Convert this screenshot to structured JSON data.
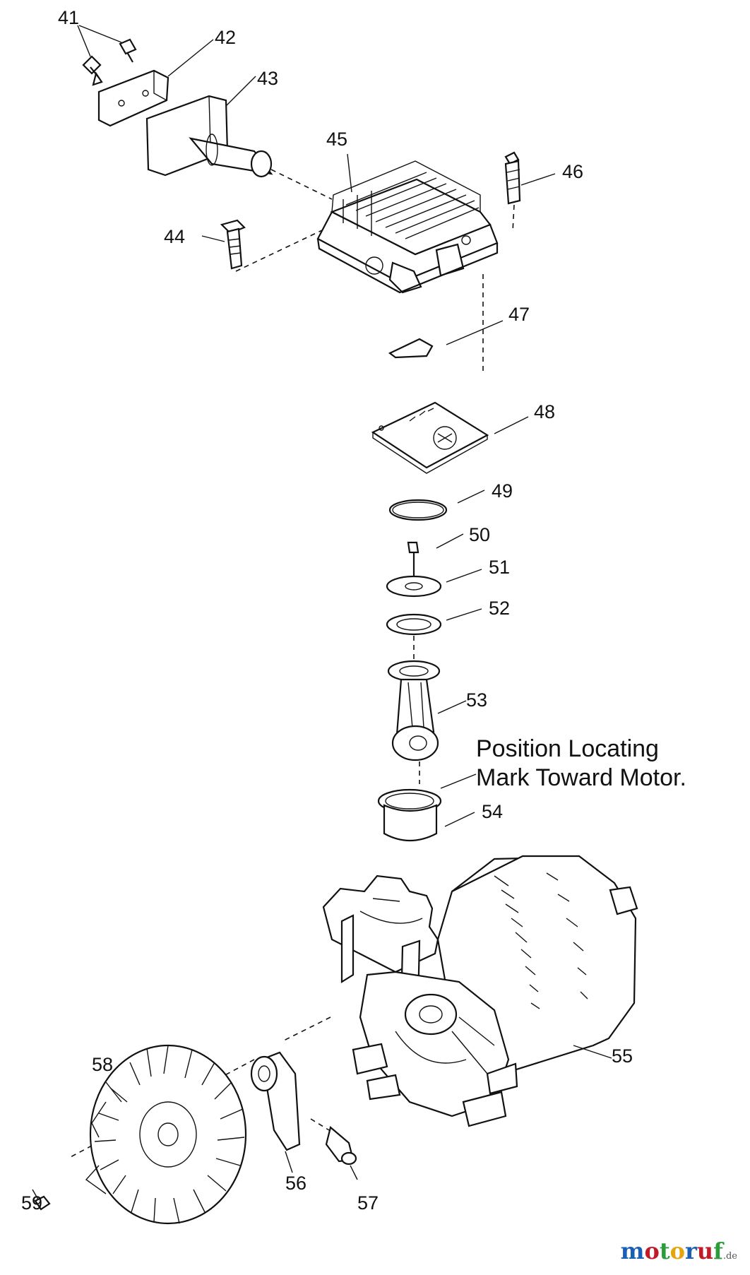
{
  "parts": [
    {
      "id": "41",
      "label": "41"
    },
    {
      "id": "42",
      "label": "42"
    },
    {
      "id": "43",
      "label": "43"
    },
    {
      "id": "44",
      "label": "44"
    },
    {
      "id": "45",
      "label": "45"
    },
    {
      "id": "46",
      "label": "46"
    },
    {
      "id": "47",
      "label": "47"
    },
    {
      "id": "48",
      "label": "48"
    },
    {
      "id": "49",
      "label": "49"
    },
    {
      "id": "50",
      "label": "50"
    },
    {
      "id": "51",
      "label": "51"
    },
    {
      "id": "52",
      "label": "52"
    },
    {
      "id": "53",
      "label": "53"
    },
    {
      "id": "54",
      "label": "54"
    },
    {
      "id": "55",
      "label": "55"
    },
    {
      "id": "56",
      "label": "56"
    },
    {
      "id": "57",
      "label": "57"
    },
    {
      "id": "58",
      "label": "58"
    },
    {
      "id": "59",
      "label": "59"
    }
  ],
  "note": {
    "line1": "Position Locating",
    "line2": "Mark Toward Motor."
  },
  "watermark": {
    "letters": [
      "m",
      "o",
      "t",
      "o",
      "r",
      "u",
      "f"
    ],
    "colors": [
      "#1a5fb4",
      "#c01c28",
      "#2a9d3a",
      "#e5a50a",
      "#1a5fb4",
      "#c01c28",
      "#2a9d3a"
    ],
    "suffix": ".de"
  }
}
